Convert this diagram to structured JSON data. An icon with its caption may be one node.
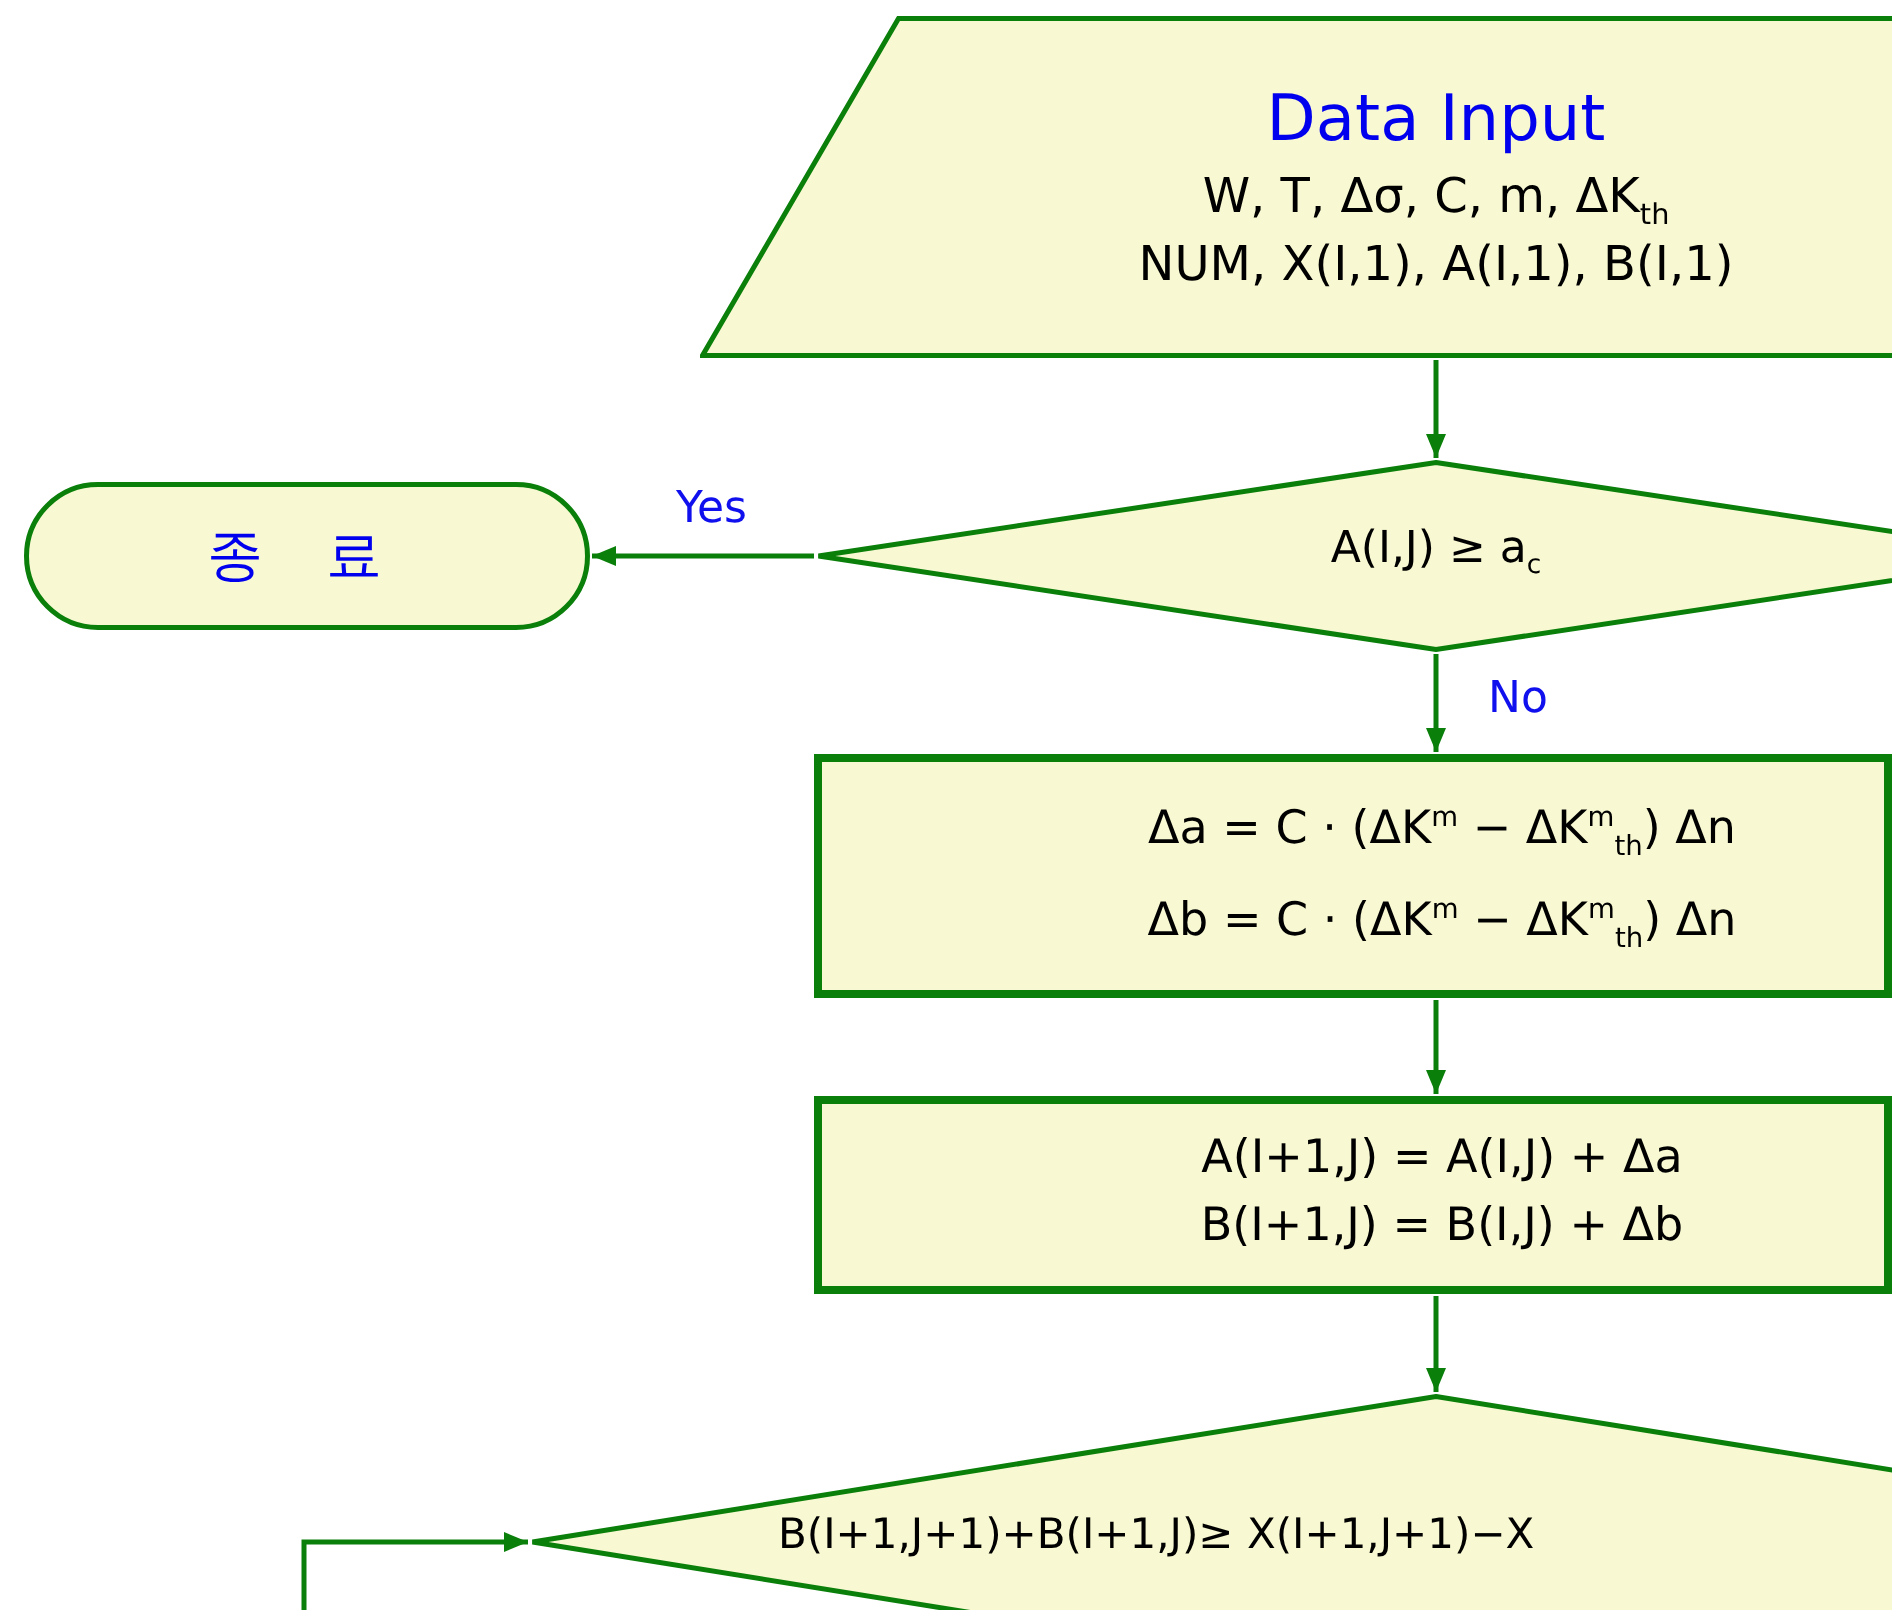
{
  "diagram": {
    "nodes": [
      {
        "text": [
          "Data Input",
          "W, T, Δσ, C, m, ΔK$_{th}$",
          "NUM, X(I,1), A(I,1), B(I,1)"
        ]
      },
      {
        "text": [
          "A(I,J) ≥ a$_{c}$"
        ]
      },
      {
        "text": [
          "종 료"
        ]
      },
      {
        "text": [
          "Δa = C · (ΔK$^{m}$ − ΔK$^{m}$$_{th}$) Δn",
          "Δb = C · (ΔK$^{m}$ − ΔK$^{m}$$_{th}$) Δn"
        ]
      },
      {
        "text": [
          "A(I+1,J) = A(I,J) + Δa",
          "B(I+1,J) = B(I,J) + Δb"
        ]
      },
      {
        "text": [
          "B(I+1,J+1)+B(I+1,J)≥ X(I+1,J+1)−X"
        ]
      }
    ],
    "edges": [
      {
        "from": 0,
        "to": 1,
        "arrow": "to"
      },
      {
        "from": 1,
        "to": 2,
        "arrow": "to",
        "label": "Yes"
      },
      {
        "from": 1,
        "to": 3,
        "arrow": "to",
        "label": "No"
      },
      {
        "from": 3,
        "to": 4,
        "arrow": "to"
      },
      {
        "from": 4,
        "to": 5,
        "arrow": "to"
      },
      {
        "from": null,
        "to": 5,
        "arrow": "to"
      }
    ]
  }
}
